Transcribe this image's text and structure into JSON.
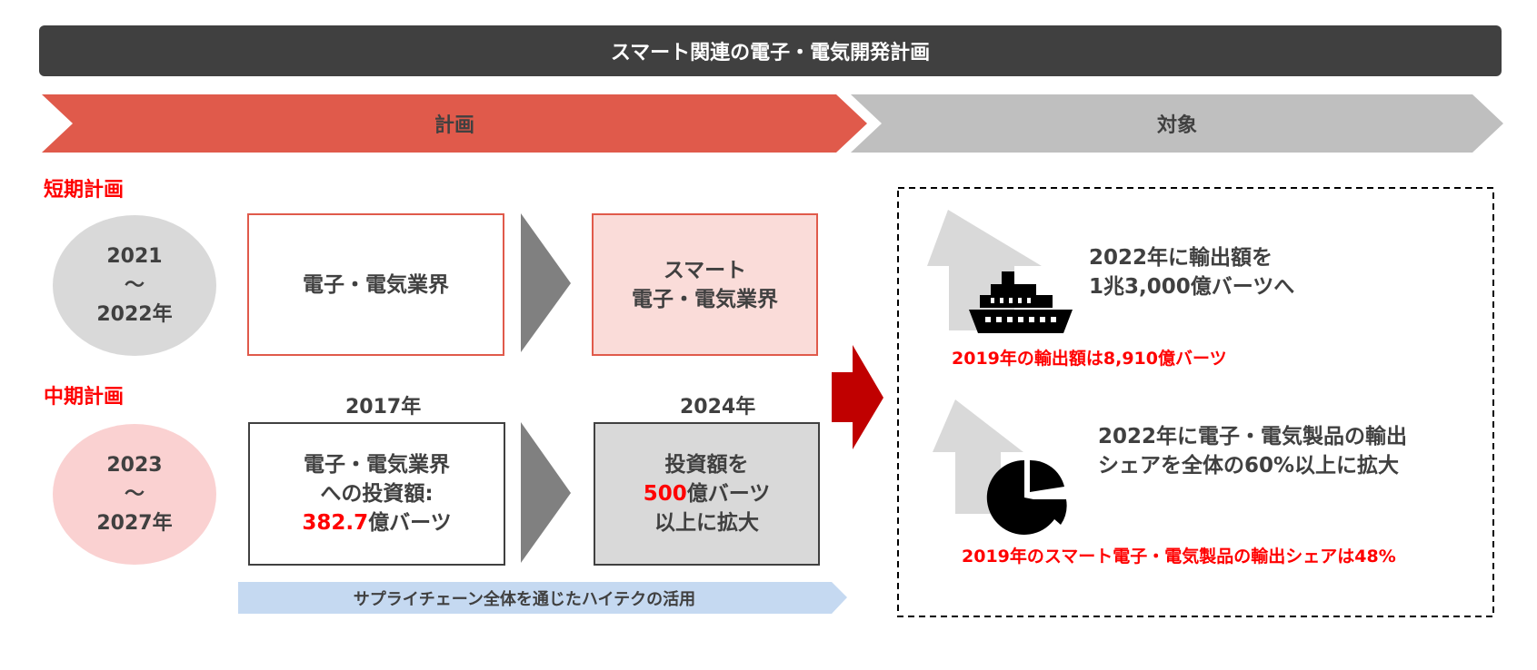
{
  "title": "スマート関連の電子・電気開発計画",
  "header": {
    "plan_label": "計画",
    "target_label": "対象"
  },
  "short_term": {
    "label": "短期計画",
    "period": {
      "start": "2021",
      "sep": "～",
      "end": "2022年"
    },
    "from_box": "電子・電気業界",
    "to_box": {
      "line1": "スマート",
      "line2": "電子・電気業界"
    }
  },
  "mid_term": {
    "label": "中期計画",
    "period": {
      "start": "2023",
      "sep": "～",
      "end": "2027年"
    },
    "from_year": "2017年",
    "to_year": "2024年",
    "from_box": {
      "line1": "電子・電気業界",
      "line2": "への投資額:",
      "value": "382.7",
      "unit": "億バーツ"
    },
    "to_box": {
      "line1": "投資額を",
      "value": "500",
      "unit": "億バーツ",
      "line3": "以上に拡大"
    }
  },
  "supply_chain": "サプライチェーン全体を通じたハイテクの活用",
  "targets": [
    {
      "line1": "2022年に輸出額を",
      "line2": "1兆3,000億バーツへ",
      "note": "2019年の輸出額は8,910億バーツ",
      "icon": "ship-icon"
    },
    {
      "line1": "2022年に電子・電気製品の輸出",
      "line2": "シェアを全体の60%以上に拡大",
      "note": "2019年のスマート電子・電気製品の輸出シェアは48%",
      "icon": "pie-chart-icon"
    }
  ],
  "colors": {
    "red_chevron": "#e05a4b",
    "gray_chevron": "#bfbfbf",
    "accent_red": "#ff0000",
    "dark_arrow": "#c00000",
    "light_pink": "#fadcd9",
    "light_blue": "#c5d9f1"
  }
}
